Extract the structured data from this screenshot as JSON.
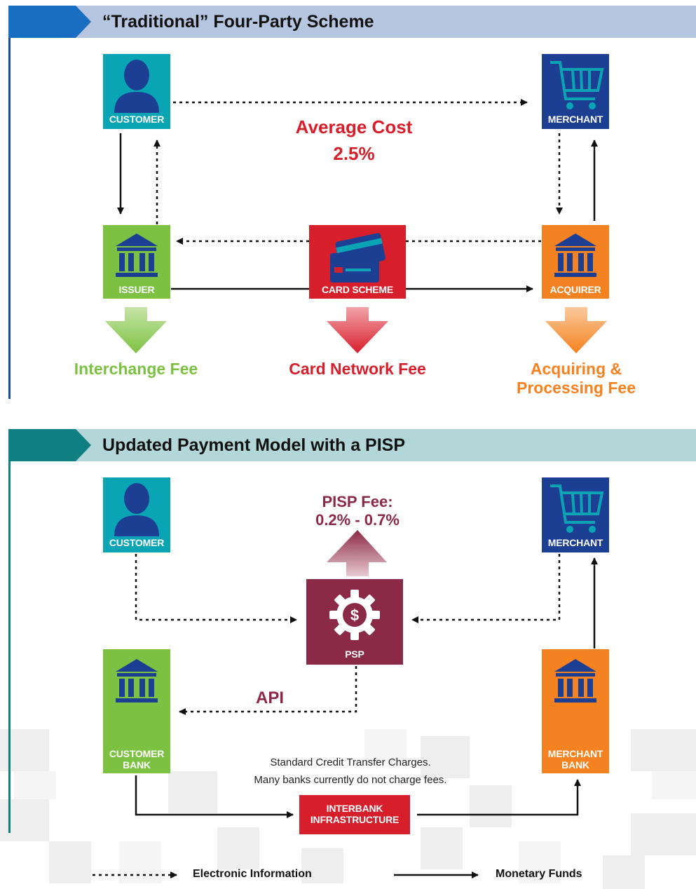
{
  "colors": {
    "customer": "#0aa5b5",
    "merchant": "#1c3f94",
    "issuer": "#7dc142",
    "card_scheme": "#d71f2c",
    "acquirer": "#f58220",
    "psp": "#8b2a46",
    "interbank": "#d71f2c",
    "title_bar_1": "#b7c6e0",
    "title_bar_2": "#b3d6d8",
    "arrow_stroke": "#111111"
  },
  "section1": {
    "title": "“Traditional” Four-Party Scheme",
    "customer_label": "CUSTOMER",
    "merchant_label": "MERCHANT",
    "issuer_label": "ISSUER",
    "card_scheme_label": "CARD SCHEME",
    "acquirer_label": "ACQUIRER",
    "average_cost_label": "Average Cost",
    "average_cost_value": "2.5%",
    "fee_interchange": "Interchange Fee",
    "fee_card_network": "Card Network Fee",
    "fee_acquiring_line1": "Acquiring &",
    "fee_acquiring_line2": "Processing Fee"
  },
  "section2": {
    "title": "Updated Payment Model with a PISP",
    "customer_label": "CUSTOMER",
    "merchant_label": "MERCHANT",
    "psp_label": "PSP",
    "pisp_fee_line1": "PISP Fee:",
    "pisp_fee_line2": "0.2% - 0.7%",
    "api_label": "API",
    "customer_bank_line1": "CUSTOMER",
    "customer_bank_line2": "BANK",
    "merchant_bank_line1": "MERCHANT",
    "merchant_bank_line2": "BANK",
    "charges_line1": "Standard Credit Transfer Charges.",
    "charges_line2": "Many banks currently do not charge fees.",
    "interbank_line1": "INTERBANK",
    "interbank_line2": "INFRASTRUCTURE"
  },
  "legend": {
    "electronic": "Electronic Information",
    "monetary": "Monetary Funds"
  }
}
